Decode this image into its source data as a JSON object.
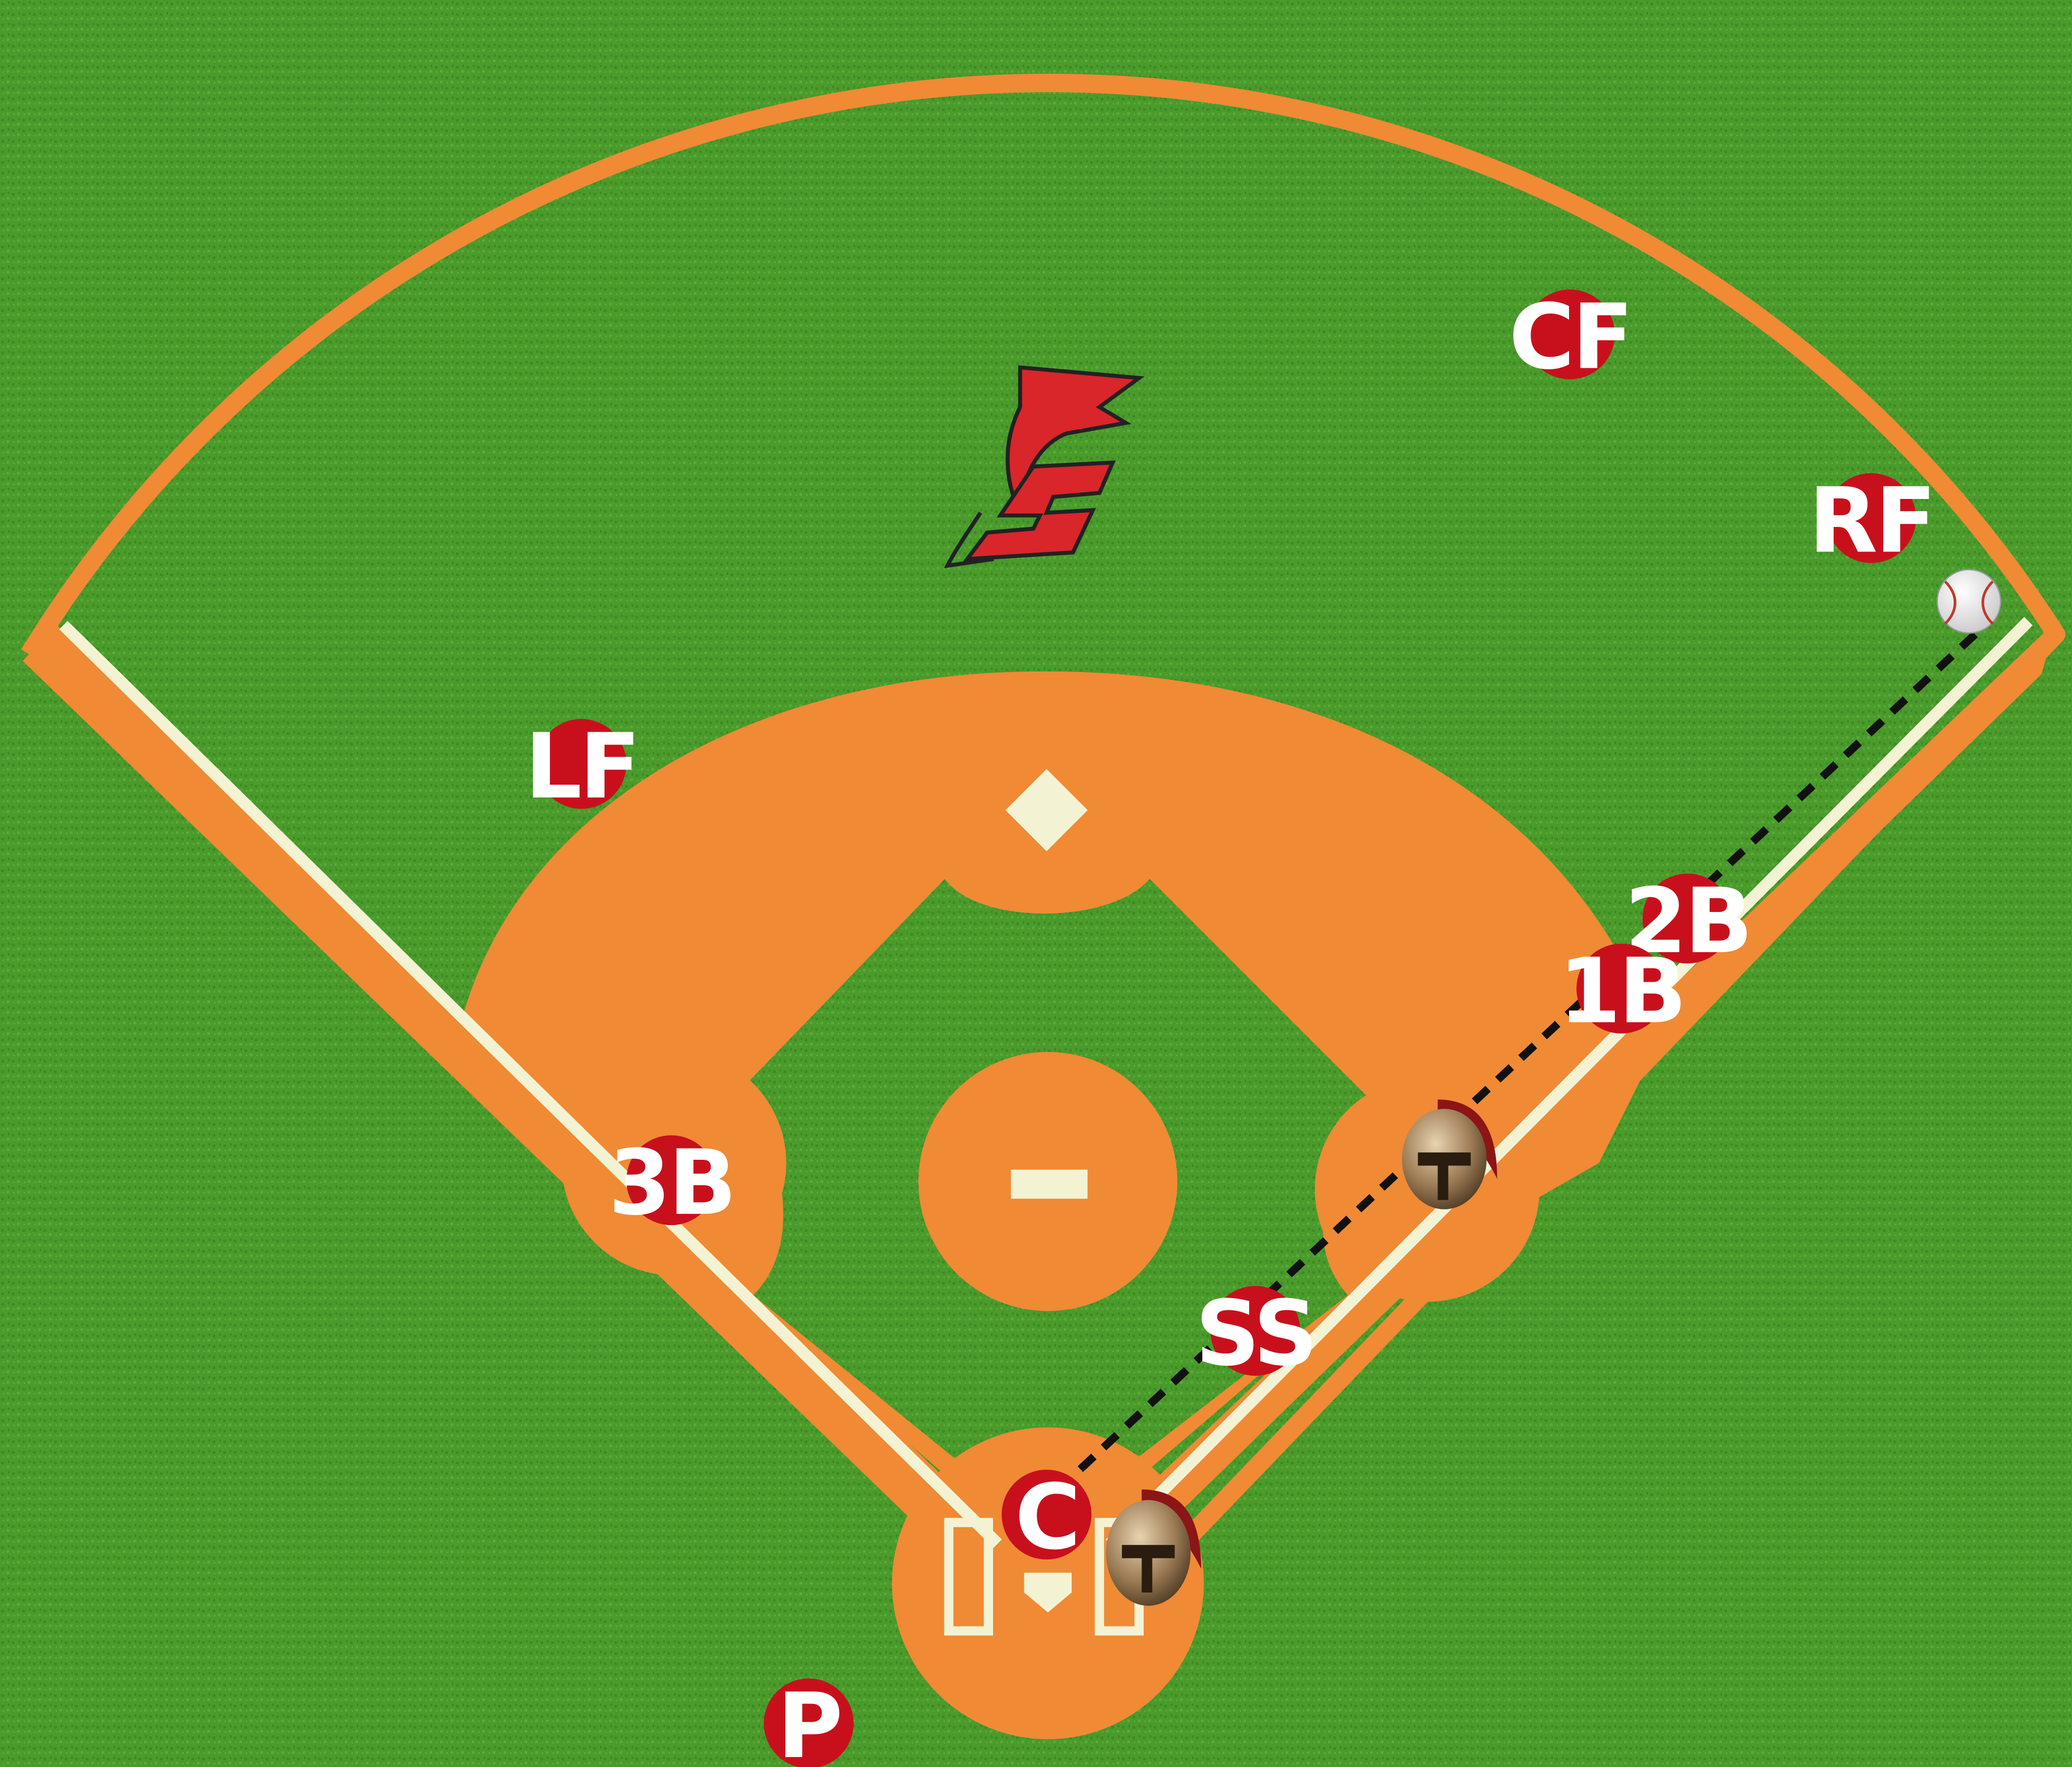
{
  "colors": {
    "grass": "#4a9a2c",
    "grass_dark": "#3a8522",
    "dirt": "#f08a35",
    "warning_track": "#f08a35",
    "chalk": "#f3f3d4",
    "player_marker": "#c8101d",
    "marker_text": "#ffffff",
    "throw_line": "#111111",
    "logo_red": "#d9262b"
  },
  "positions": [
    {
      "label": "CF"
    },
    {
      "label": "RF"
    },
    {
      "label": "LF"
    },
    {
      "label": "2B"
    },
    {
      "label": "1B"
    },
    {
      "label": "3B"
    },
    {
      "label": "SS"
    },
    {
      "label": "C"
    },
    {
      "label": "P"
    }
  ],
  "icons": {
    "logo": "spartan-s-logo-icon",
    "runner_helmet": "spartan-helmet-icon",
    "ball": "baseball-icon"
  }
}
